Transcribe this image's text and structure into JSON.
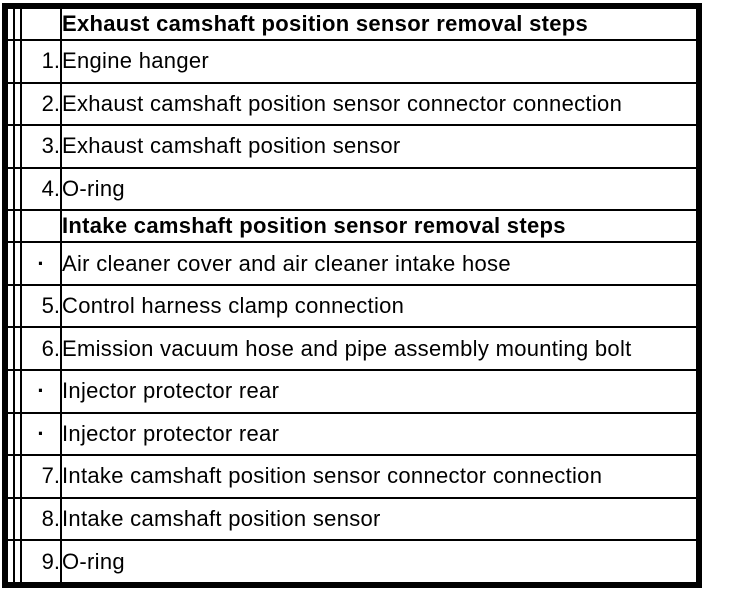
{
  "colors": {
    "background": "#ffffff",
    "border": "#000000",
    "text": "#000000"
  },
  "table": {
    "description": "camshaft position sensor removal steps table",
    "rows": [
      {
        "num": "",
        "text": "Exhaust camshaft position sensor removal steps",
        "header": true
      },
      {
        "num": "1.",
        "text": "Engine hanger",
        "header": false
      },
      {
        "num": "2.",
        "text": "Exhaust camshaft position sensor connector connection",
        "header": false
      },
      {
        "num": "3.",
        "text": "Exhaust camshaft position sensor",
        "header": false
      },
      {
        "num": "4.",
        "text": "O-ring",
        "header": false
      },
      {
        "num": "",
        "text": "Intake camshaft position sensor removal steps",
        "header": true
      },
      {
        "num": "·",
        "text": "Air cleaner cover and air cleaner intake hose",
        "header": false
      },
      {
        "num": "5.",
        "text": "Control harness clamp connection",
        "header": false
      },
      {
        "num": "6.",
        "text": "Emission vacuum hose and pipe assembly mounting bolt",
        "header": false
      },
      {
        "num": "·",
        "text": "Injector protector rear",
        "header": false
      },
      {
        "num": "·",
        "text": "Injector protector rear",
        "header": false
      },
      {
        "num": "7.",
        "text": "Intake camshaft position sensor connector connection",
        "header": false
      },
      {
        "num": "8.",
        "text": "Intake camshaft position sensor",
        "header": false
      },
      {
        "num": "9.",
        "text": "O-ring",
        "header": false
      }
    ]
  }
}
